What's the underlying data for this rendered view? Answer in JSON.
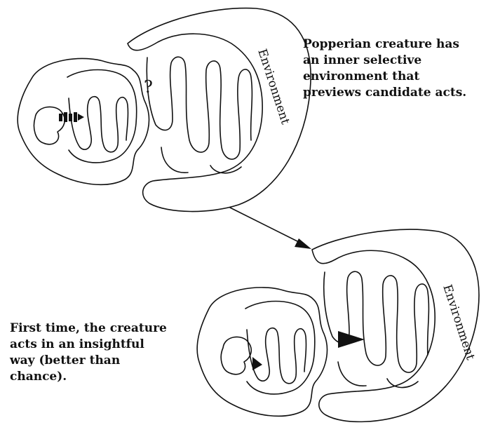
{
  "top_panel": {
    "environment_label": "Environment",
    "question_mark": "?",
    "caption": "Popperian creature has\nan inner selective\nenvironment that\npreviews candidate acts."
  },
  "bottom_panel": {
    "environment_label": "Environment",
    "caption": "First time, the creature\nacts in an insightful\nway (better than\nchance)."
  },
  "colors": {
    "ink": "#111111",
    "background": "#ffffff"
  }
}
